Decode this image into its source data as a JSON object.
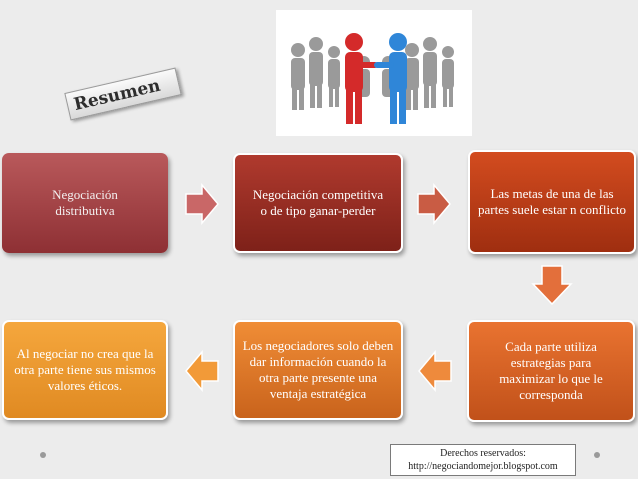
{
  "title_tag": "Resumen",
  "steps": [
    {
      "text": "Negociación distributiva"
    },
    {
      "text": "Negociación competitiva o de tipo ganar-perder"
    },
    {
      "text": "Las metas de una de las partes suele estar n conflicto"
    },
    {
      "text": "Cada parte utiliza estrategias para maximizar lo que le corresponda"
    },
    {
      "text": "Los negociadores solo deben dar información cuando la otra parte presente una ventaja estratégica"
    },
    {
      "text": "Al negociar no crea que la otra parte tiene sus mismos valores éticos."
    }
  ],
  "footer": {
    "line1": "Derechos reservados:",
    "line2": "http://negociandomejor.blogspot.com"
  },
  "colors": {
    "step1": "#a3454a",
    "step2": "#9b2d22",
    "step3": "#c13c16",
    "step4": "#dc6224",
    "step5": "#e37a28",
    "step6": "#f29a2f"
  }
}
